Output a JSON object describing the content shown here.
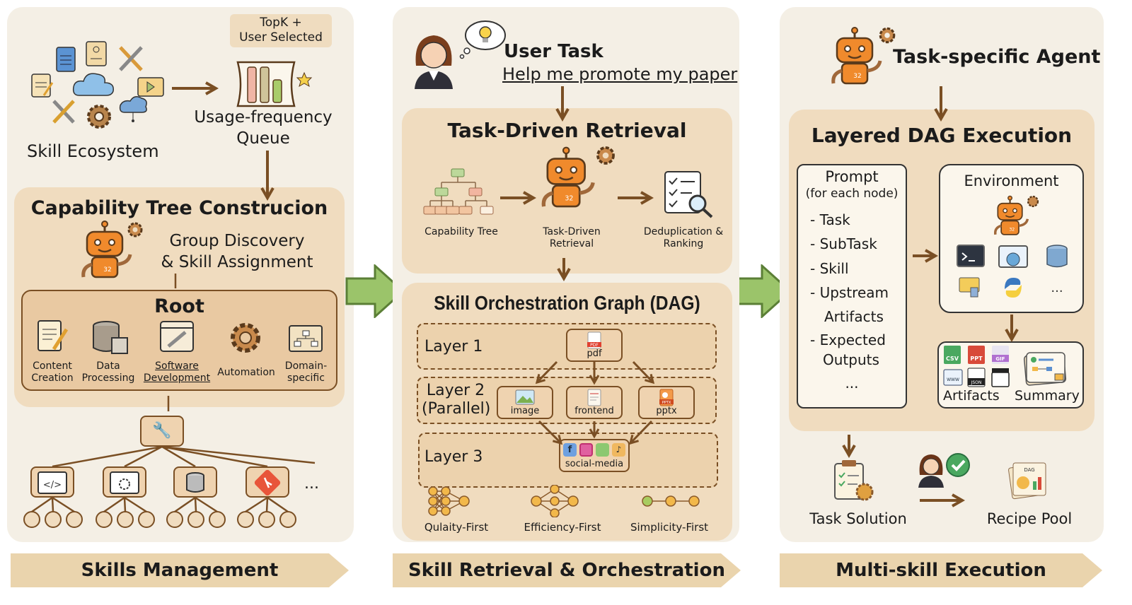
{
  "colors": {
    "panel": "#f4efe5",
    "inner": "#f0dcbf",
    "accent_brown": "#7a4f24",
    "arrow_green": "#9bc46a",
    "robot_orange": "#f08a2c",
    "banner": "#ead4ad"
  },
  "robot_badge": "32",
  "skills_management": {
    "ecosystem_label": "Skill Ecosystem",
    "callout": [
      "TopK +",
      "User Selected"
    ],
    "queue_label": [
      "Usage-frequency",
      "Queue"
    ],
    "tree_title": "Capability Tree Construcion",
    "group_label": [
      "Group Discovery",
      "& Skill Assignment"
    ],
    "root_label": "Root",
    "categories": [
      {
        "label": [
          "Content",
          "Creation"
        ],
        "icon": "document-pencil-icon"
      },
      {
        "label": [
          "Data",
          "Processing"
        ],
        "icon": "database-icon"
      },
      {
        "label": [
          "Software",
          "Development"
        ],
        "icon": "window-wrench-icon",
        "underlined": true
      },
      {
        "label": [
          "Automation"
        ],
        "icon": "gear-icon"
      },
      {
        "label": [
          "Domain-",
          "specific"
        ],
        "icon": "folder-hierarchy-icon"
      }
    ],
    "more": "..."
  },
  "retrieval": {
    "user_task_title": "User Task",
    "user_task_text": "Help me promote my paper",
    "retrieval_title": "Task-Driven Retrieval",
    "steps": [
      {
        "label": [
          "Capability Tree"
        ]
      },
      {
        "label": [
          "Task-Driven",
          "Retrieval"
        ]
      },
      {
        "label": [
          "Deduplication &",
          "Ranking"
        ]
      }
    ],
    "dag_title": "Skill Orchestration Graph (DAG)",
    "layers": [
      {
        "label": [
          "Layer 1"
        ]
      },
      {
        "label": [
          "Layer 2",
          "(Parallel)"
        ]
      },
      {
        "label": [
          "Layer 3"
        ]
      }
    ],
    "nodes": {
      "pdf": "pdf",
      "image": "image",
      "frontend": "frontend",
      "pptx": "pptx",
      "social": "social-media",
      "pdf_tag": "PDF",
      "pptx_tag": "PPTX"
    },
    "strategies": [
      "Qulaity-First",
      "Efficiency-First",
      "Simplicity-First"
    ]
  },
  "execution": {
    "agent_title": "Task-specific Agent",
    "dag_exec_title": "Layered DAG Execution",
    "prompt_title": "Prompt",
    "prompt_subtitle": "(for each node)",
    "prompt_items": [
      "- Task",
      "- SubTask",
      "- Skill",
      "- Upstream",
      "Artifacts",
      "- Expected",
      "Outputs",
      "..."
    ],
    "environment_title": "Environment",
    "env_more": "...",
    "artifact_tags": [
      "CSV",
      "PPT",
      "GIF",
      "WWW",
      "JSON"
    ],
    "artifacts_label": "Artifacts",
    "summary_label": "Summary",
    "task_solution": "Task Solution",
    "recipe_pool": "Recipe Pool",
    "recipe_tag": "DAG"
  },
  "banners": [
    "Skills Management",
    "Skill Retrieval & Orchestration",
    "Multi-skill Execution"
  ]
}
